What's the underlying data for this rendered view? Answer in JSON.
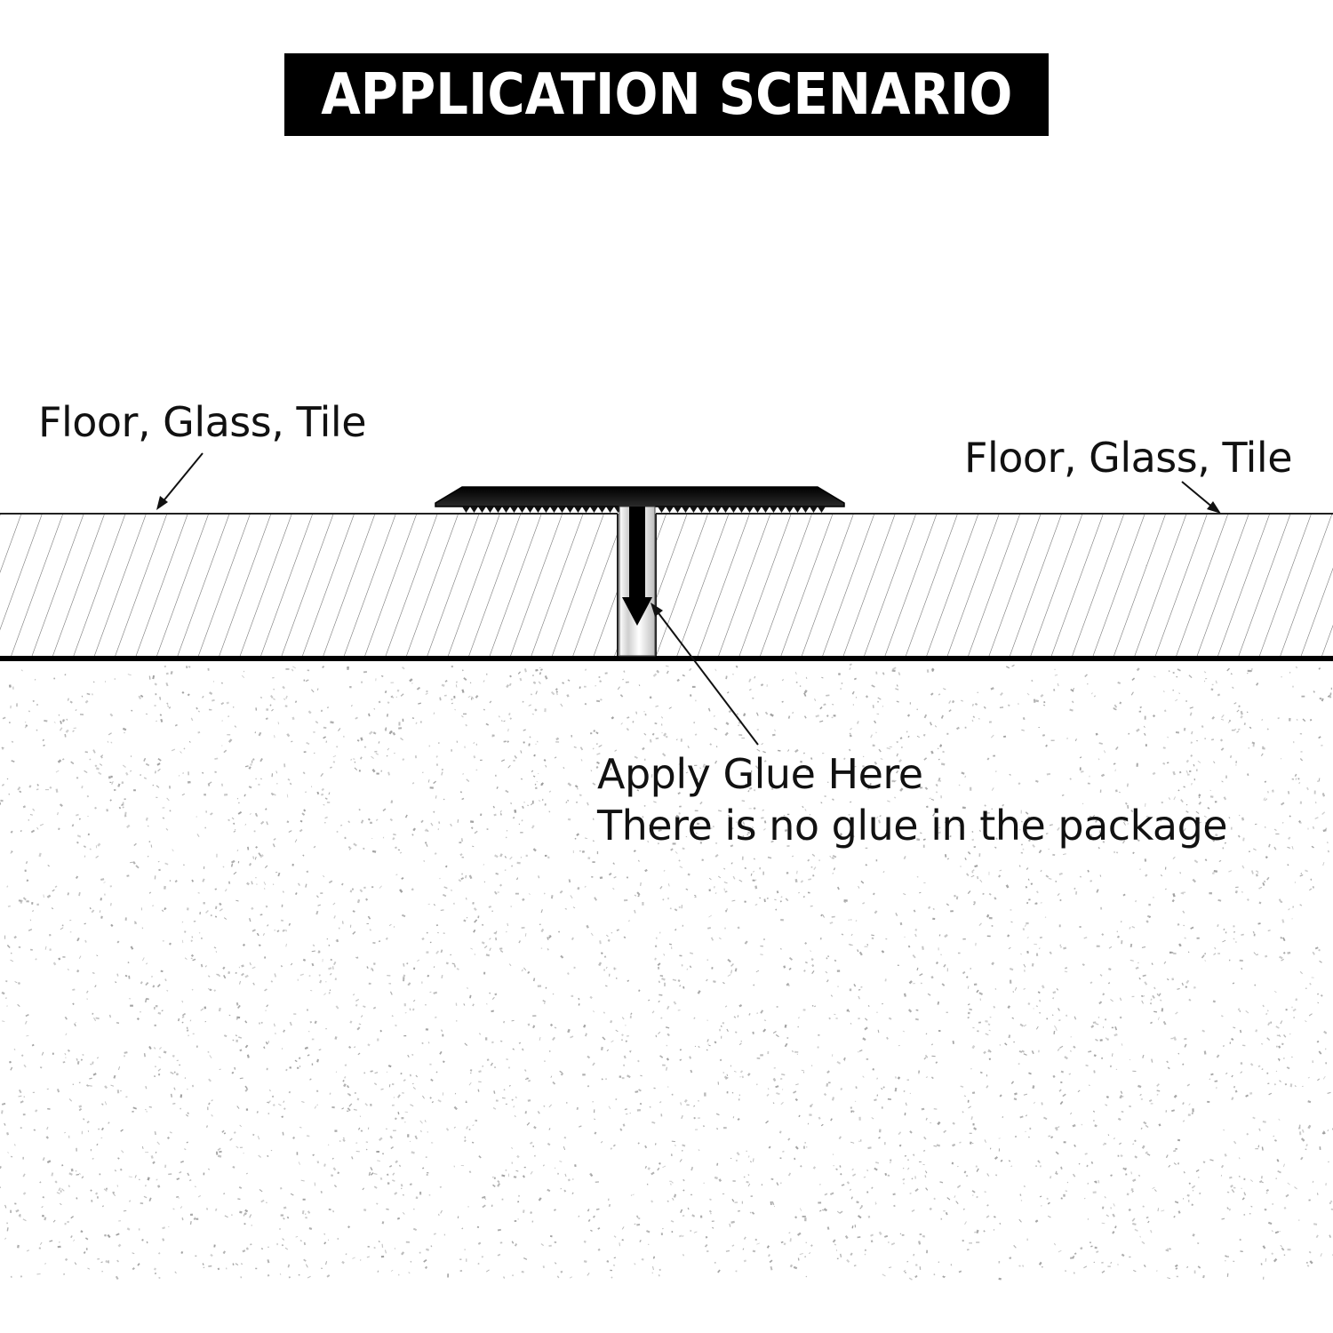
{
  "title": "APPLICATION SCENARIO",
  "labels": {
    "left_surface": "Floor, Glass, Tile",
    "right_surface": "Floor, Glass, Tile",
    "glue_instruction": "Apply Glue Here",
    "glue_note": "There is no glue in the package"
  },
  "colors": {
    "banner": "#000000",
    "banner_text": "#ffffff",
    "hatch": "#666666",
    "ink": "#111111",
    "speckle": "#9a9a9a"
  },
  "icons": [
    "pointer-arrow-icon",
    "t-profile-icon"
  ]
}
